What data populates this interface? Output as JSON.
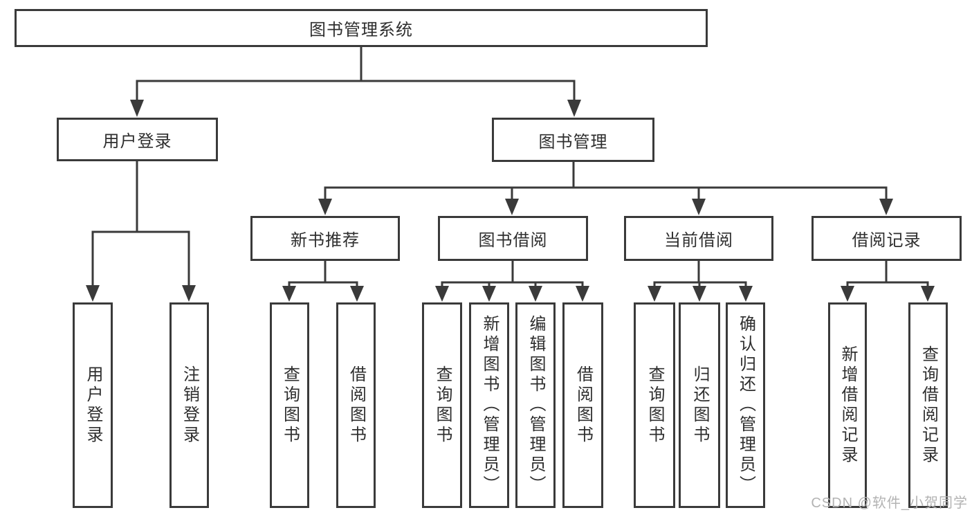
{
  "colors": {
    "line": "#3a3a3a",
    "box_border": "#3a3a3a",
    "box_background": "#ffffff",
    "text": "#2e2e2e",
    "watermark": "#b3b3b3"
  },
  "tree": {
    "label": "图书管理系统",
    "children": [
      {
        "label": "用户登录",
        "children": [
          {
            "label": "用户登录"
          },
          {
            "label": "注销登录"
          }
        ]
      },
      {
        "label": "图书管理",
        "children": [
          {
            "label": "新书推荐",
            "children": [
              {
                "label": "查询图书"
              },
              {
                "label": "借阅图书"
              }
            ]
          },
          {
            "label": "图书借阅",
            "children": [
              {
                "label": "查询图书"
              },
              {
                "label": "新增图书（管理员）"
              },
              {
                "label": "编辑图书（管理员）"
              },
              {
                "label": "借阅图书"
              }
            ]
          },
          {
            "label": "当前借阅",
            "children": [
              {
                "label": "查询图书"
              },
              {
                "label": "归还图书"
              },
              {
                "label": "确认归还（管理员）"
              }
            ]
          },
          {
            "label": "借阅记录",
            "children": [
              {
                "label": "新增借阅记录"
              },
              {
                "label": "查询借阅记录"
              }
            ]
          }
        ]
      }
    ]
  },
  "watermark": {
    "text": "CSDN @软件_小贺同学"
  }
}
